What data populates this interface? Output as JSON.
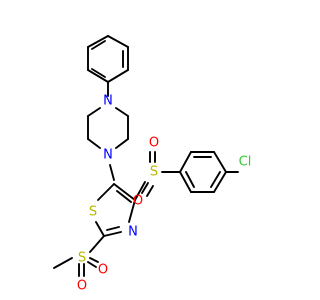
{
  "molecule": {
    "atoms": {
      "n_top": "N",
      "n_bottom": "N",
      "s_ring": "S",
      "n_ring": "N",
      "s_sulfonyl_right": "S",
      "o_right_1": "O",
      "o_right_2": "O",
      "s_sulfonyl_left": "S",
      "o_left_1": "O",
      "o_left_2": "O",
      "cl": "Cl"
    },
    "colors": {
      "carbon": "#000000",
      "nitrogen": "#0000ff",
      "sulfur": "#b8b800",
      "oxygen": "#ff0000",
      "chlorine": "#33cc33"
    }
  }
}
